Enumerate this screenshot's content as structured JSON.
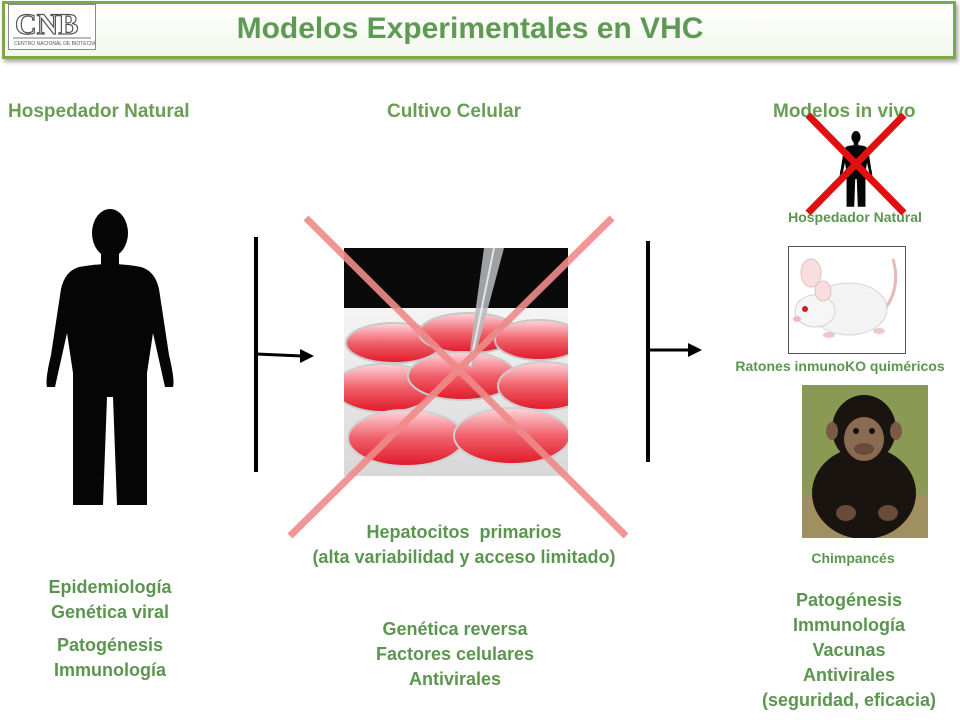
{
  "header": {
    "logo_text": "CNB",
    "logo_subtext": "CENTRO NACIONAL DE BIOTECNOLOGIA",
    "title": "Modelos Experimentales en VHC"
  },
  "columns": {
    "host": {
      "heading": "Hospedador Natural",
      "list_a": [
        "Epidemiología",
        "Genética viral"
      ],
      "list_b": [
        "Patogénesis",
        "Immunología"
      ]
    },
    "culture": {
      "heading": "Cultivo Celular",
      "caption_line1": "Hepatocitos  primarios",
      "caption_line2": "(alta variabilidad y acceso limitado)",
      "list": [
        "Genética reversa",
        "Factores celulares",
        "Antivirales"
      ]
    },
    "invivo": {
      "heading": "Modelos in vivo",
      "label_human": "Hospedador Natural",
      "label_mice": "Ratones inmunoKO quiméricos",
      "label_chimp": "Chimpancés",
      "list": [
        "Patogénesis",
        "Immunología",
        "Vacunas",
        "Antivirales",
        "(seguridad, eficacia)"
      ]
    }
  },
  "colors": {
    "title_green": "#5f9a55",
    "text_green": "#5b9550",
    "cross_red": "#e01010",
    "cross_pink": "#f08a8a"
  }
}
